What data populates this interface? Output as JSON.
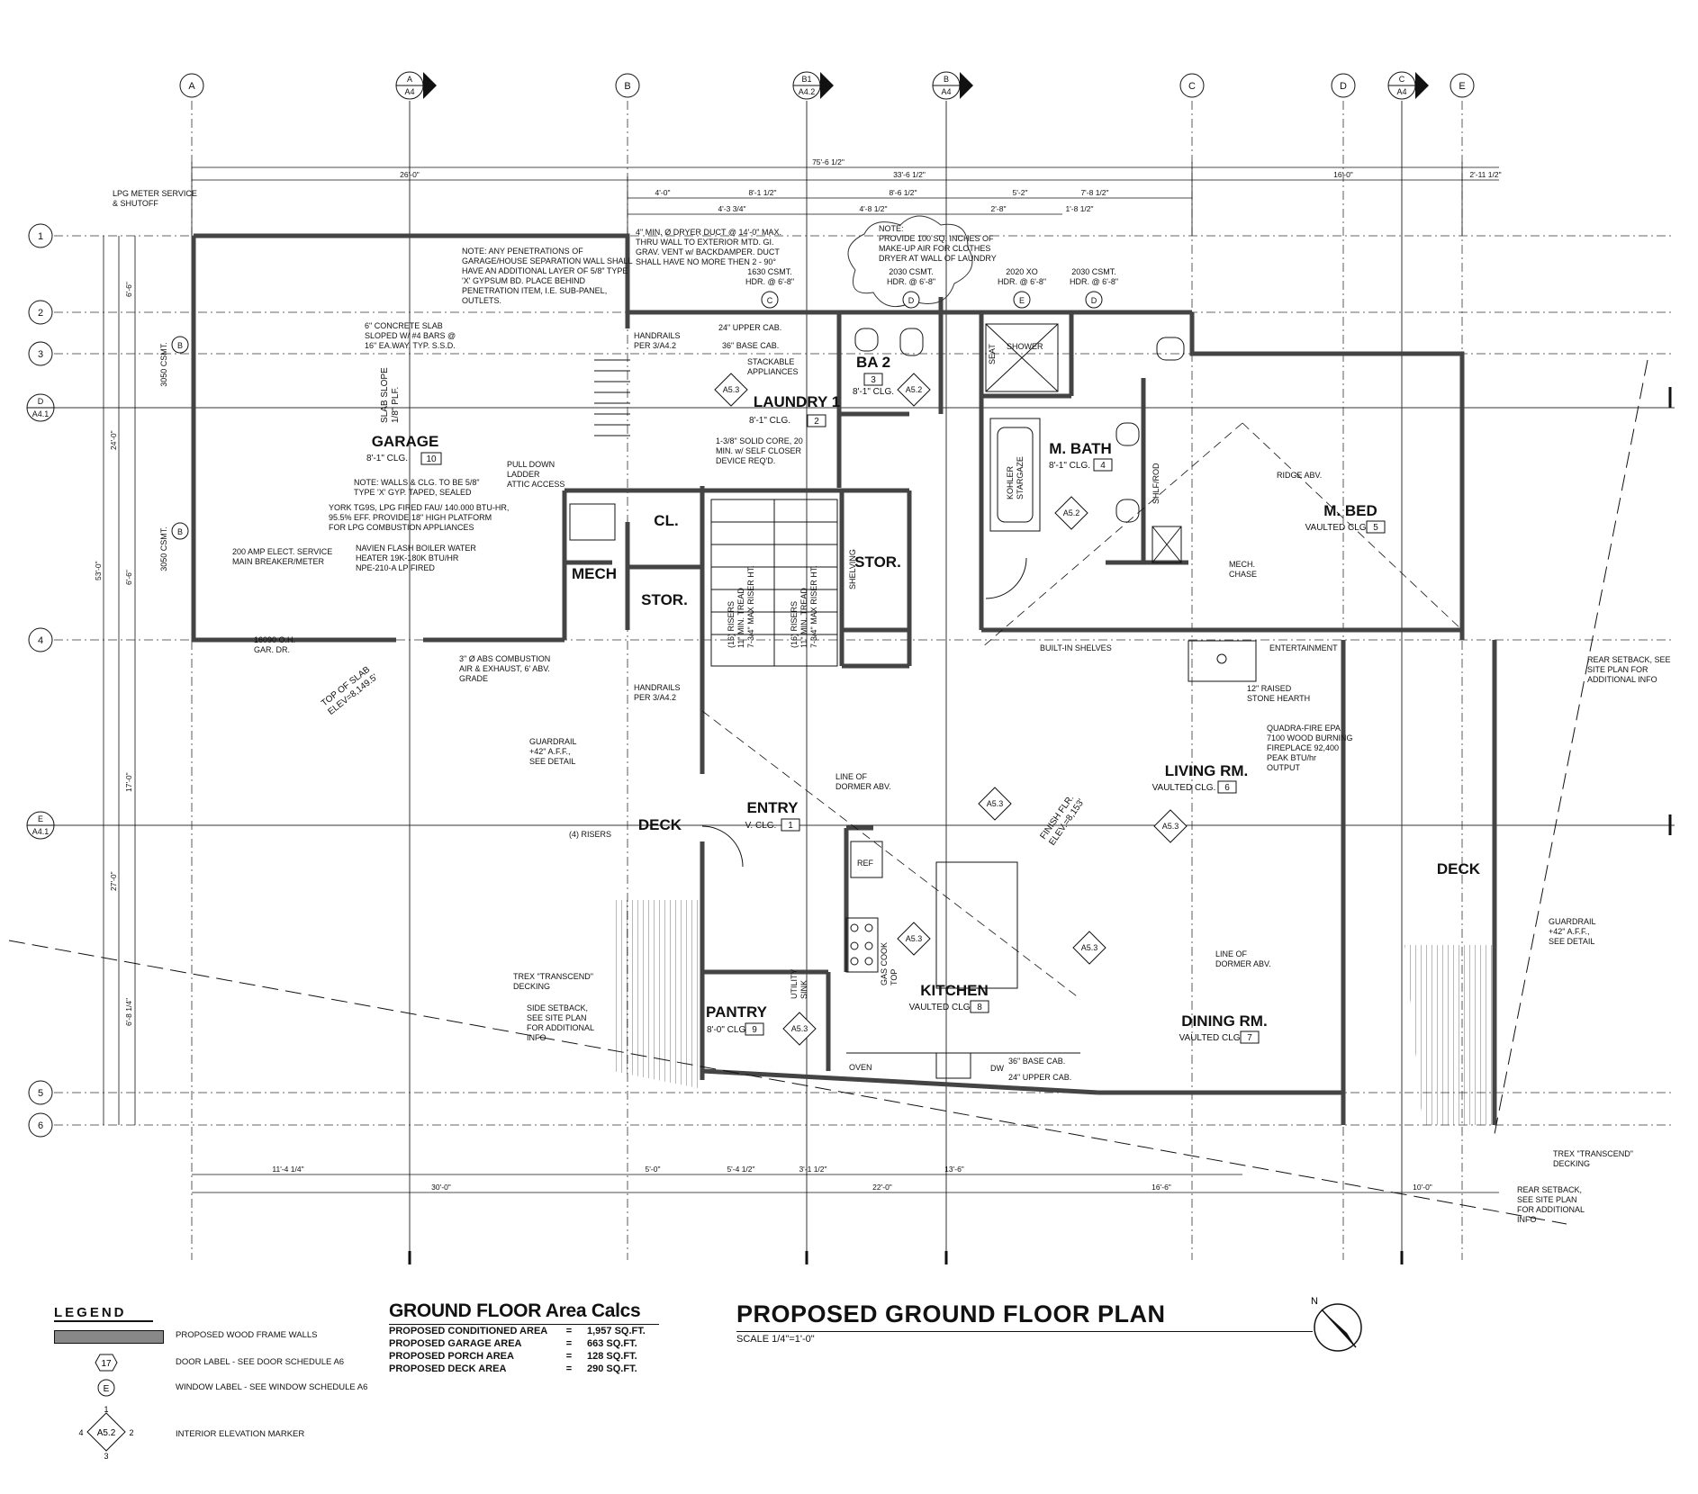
{
  "grid_columns": [
    "A",
    "B",
    "C",
    "D",
    "E"
  ],
  "grid_rows": [
    "1",
    "2",
    "3",
    "4",
    "5",
    "6"
  ],
  "section_markers": [
    {
      "letter": "A",
      "sheet": "A4"
    },
    {
      "letter": "B1",
      "sheet": "A4.2"
    },
    {
      "letter": "B",
      "sheet": "A4"
    },
    {
      "letter": "C",
      "sheet": "A4"
    },
    {
      "letter": "D",
      "sheet": "A4.1"
    },
    {
      "letter": "E",
      "sheet": "A4.1"
    }
  ],
  "top_dimensions": {
    "overall": "75'-6 1/2\"",
    "garage": "26'-0\"",
    "middle": "33'-6 1/2\"",
    "right": "16'-0\"",
    "far_right": "2'-11 1/2\"",
    "row2": [
      "4'-0\"",
      "8'-1 1/2\"",
      "8'-6 1/2\"",
      "5'-2\"",
      "7'-8 1/2\""
    ],
    "row3": [
      "4'-3 3/4\"",
      "4'-8 1/2\"",
      "2'-8\"",
      "1'-8 1/2\""
    ]
  },
  "rooms": [
    {
      "name": "GARAGE",
      "clg": "8'-1\" CLG.",
      "num": "10"
    },
    {
      "name": "LAUNDRY 1",
      "clg": "8'-1\" CLG.",
      "num": "2"
    },
    {
      "name": "BA 2",
      "clg": "8'-1\" CLG.",
      "num": "3"
    },
    {
      "name": "M. BATH",
      "clg": "8'-1\" CLG.",
      "num": "4"
    },
    {
      "name": "M. BED",
      "clg": "VAULTED CLG.",
      "num": "5"
    },
    {
      "name": "CL.",
      "clg": "",
      "num": ""
    },
    {
      "name": "MECH",
      "clg": "",
      "num": ""
    },
    {
      "name": "STOR.",
      "clg": "",
      "num": ""
    },
    {
      "name": "STOR.",
      "clg": "",
      "num": ""
    },
    {
      "name": "LIVING RM.",
      "clg": "VAULTED CLG.",
      "num": "6"
    },
    {
      "name": "ENTRY",
      "clg": "V. CLG.",
      "num": "1"
    },
    {
      "name": "DECK",
      "clg": "",
      "num": ""
    },
    {
      "name": "DECK",
      "clg": "",
      "num": ""
    },
    {
      "name": "KITCHEN",
      "clg": "VAULTED CLG.",
      "num": "8"
    },
    {
      "name": "PANTRY",
      "clg": "8'-0\" CLG.",
      "num": "9"
    },
    {
      "name": "DINING RM.",
      "clg": "VAULTED CLG.",
      "num": "7"
    }
  ],
  "notes": {
    "lpg": [
      "LPG METER SERVICE",
      "& SHUTOFF"
    ],
    "separation": [
      "NOTE: ANY PENETRATIONS OF",
      "GARAGE/HOUSE SEPARATION WALL SHALL",
      "HAVE AN ADDITIONAL LAYER OF 5/8\" TYPE",
      "'X' GYPSUM BD. PLACE BEHIND",
      "PENETRATION ITEM, I.E. SUB-PANEL,",
      "OUTLETS."
    ],
    "dryer": [
      "4\" MIN. Ø DRYER DUCT @ 14'-0\" MAX.",
      "THRU WALL TO EXTERIOR MTD. GI.",
      "GRAV. VENT w/ BACKDAMPER. DUCT",
      "SHALL HAVE NO MORE THEN 2 - 90°"
    ],
    "makeup": [
      "NOTE:",
      "PROVIDE 100 SQ. INCHES OF",
      "MAKE-UP AIR FOR CLOTHES",
      "DRYER AT WALL OF LAUNDRY"
    ],
    "slab": [
      "6\" CONCRETE SLAB",
      "SLOPED W/ #4 BARS @",
      "16\" EA.WAY, TYP. S.S.D."
    ],
    "walls": [
      "NOTE: WALLS & CLG. TO BE 5/8\"",
      "TYPE 'X' GYP. TAPED, SEALED"
    ],
    "fau": [
      "YORK TG9S, LPG FIRED FAU/ 140.000 BTU-HR,",
      "95.5% EFF. PROVIDE 18\" HIGH PLATFORM",
      "FOR LPG COMBUSTION APPLIANCES"
    ],
    "boiler": [
      "NAVIEN FLASH BOILER WATER",
      "HEATER 19K-180K BTU/HR",
      "NPE-210-A LP FIRED"
    ],
    "elec": [
      "200 AMP ELECT. SERVICE",
      "MAIN BREAKER/METER"
    ],
    "ladder": [
      "PULL DOWN",
      "LADDER",
      "ATTIC ACCESS"
    ],
    "combustion": [
      "3\" Ø ABS COMBUSTION",
      "AIR & EXHAUST, 6' ABV.",
      "GRADE"
    ],
    "solidcore": [
      "1-3/8\" SOLID CORE, 20",
      "MIN. w/ SELF CLOSER",
      "DEVICE REQ'D."
    ],
    "handrails": [
      "HANDRAILS",
      "PER 3/A4.2"
    ],
    "guardrail": [
      "GUARDRAIL",
      "+42\" A.F.F.,",
      "SEE DETAIL"
    ],
    "trex": [
      "TREX \"TRANSCEND\"",
      "DECKING"
    ],
    "side_setback": [
      "SIDE SETBACK,",
      "SEE SITE PLAN",
      "FOR ADDITIONAL",
      "INFO"
    ],
    "rear_setback": [
      "REAR SETBACK, SEE",
      "SITE PLAN FOR",
      "ADDITIONAL INFO"
    ],
    "rear_setback2": [
      "REAR SETBACK,",
      "SEE SITE PLAN",
      "FOR ADDITIONAL",
      "INFO"
    ],
    "fireplace": [
      "QUADRA-FIRE EPA",
      "7100 WOOD BURNING",
      "FIREPLACE 92,400",
      "PEAK BTU/hr",
      "OUTPUT"
    ],
    "hearth": [
      "12\" RAISED",
      "STONE HEARTH"
    ],
    "dormer": [
      "LINE OF",
      "DORMER ABV."
    ],
    "ridge": "RIDGE ABV.",
    "mech_chase": [
      "MECH.",
      "CHASE"
    ],
    "builtin": "BUILT-IN SHELVES",
    "entertainment": "ENTERTAINMENT",
    "garage_door": [
      "16090 O.H.",
      "GAR. DR."
    ],
    "top_slab": [
      "TOP OF SLAB",
      "ELEV=8,149.5'"
    ],
    "finish_flr": [
      "FINISH FLR.",
      "ELEV.=8,153'"
    ],
    "stair": [
      "(16) RISERS",
      "11\" MIN. TREAD",
      "7-3/4\" MAX RISER HT."
    ],
    "upper_cab": "24\" UPPER CAB.",
    "base_cab": "36\" BASE CAB.",
    "stackable": [
      "STACKABLE",
      "APPLIANCES"
    ],
    "kohler": [
      "KOHLER",
      "STARGAZE"
    ],
    "shower": "SHOWER",
    "seat": "SEAT",
    "shelving": "SHELVING",
    "shlfrod": "SHLF/ROD",
    "ref": "REF",
    "oven": "OVEN",
    "dw": "DW",
    "utility_sink": [
      "UTILITY",
      "SINK"
    ],
    "gas_cook": [
      "GAS COOK",
      "TOP"
    ],
    "slab_slope": [
      "SLAB SLOPE",
      "1/8\" PLF."
    ],
    "slope_rate": "1/8\" PLF.",
    "risers4": "(4) RISERS"
  },
  "windows": [
    {
      "code": "C",
      "text": [
        "1630 CSMT.",
        "HDR. @ 6'-8\""
      ]
    },
    {
      "code": "D",
      "text": [
        "2030 CSMT.",
        "HDR. @ 6'-8\""
      ]
    },
    {
      "code": "E",
      "text": [
        "2020 XO",
        "HDR. @ 6'-8\""
      ]
    },
    {
      "code": "D",
      "text": [
        "2030 CSMT.",
        "HDR. @ 6'-8\""
      ]
    },
    {
      "code": "B",
      "text": [
        "3050 CSMT."
      ]
    },
    {
      "code": "B",
      "text": [
        "3050 CSMT."
      ]
    }
  ],
  "legend": {
    "title": "LEGEND",
    "wall": "PROPOSED WOOD FRAME WALLS",
    "door_sym": "17",
    "door": "DOOR LABEL - SEE DOOR SCHEDULE A6",
    "window_sym": "E",
    "window": "WINDOW LABEL - SEE WINDOW SCHEDULE A6",
    "elev_sym": "A5.2",
    "elev": "INTERIOR ELEVATION MARKER",
    "elev_n": [
      "1",
      "2",
      "3",
      "4"
    ]
  },
  "area_calcs": {
    "title": "GROUND FLOOR Area Calcs",
    "rows": [
      {
        "label": "PROPOSED CONDITIONED AREA",
        "eq": "=",
        "value": "1,957 SQ.FT."
      },
      {
        "label": "PROPOSED GARAGE AREA",
        "eq": "=",
        "value": "663 SQ.FT."
      },
      {
        "label": "PROPOSED PORCH AREA",
        "eq": "=",
        "value": "128 SQ.FT."
      },
      {
        "label": "PROPOSED DECK AREA",
        "eq": "=",
        "value": "290 SQ.FT."
      }
    ]
  },
  "plan_title": "PROPOSED GROUND FLOOR PLAN",
  "scale": "SCALE 1/4\"=1'-0\"",
  "north_label": "N"
}
